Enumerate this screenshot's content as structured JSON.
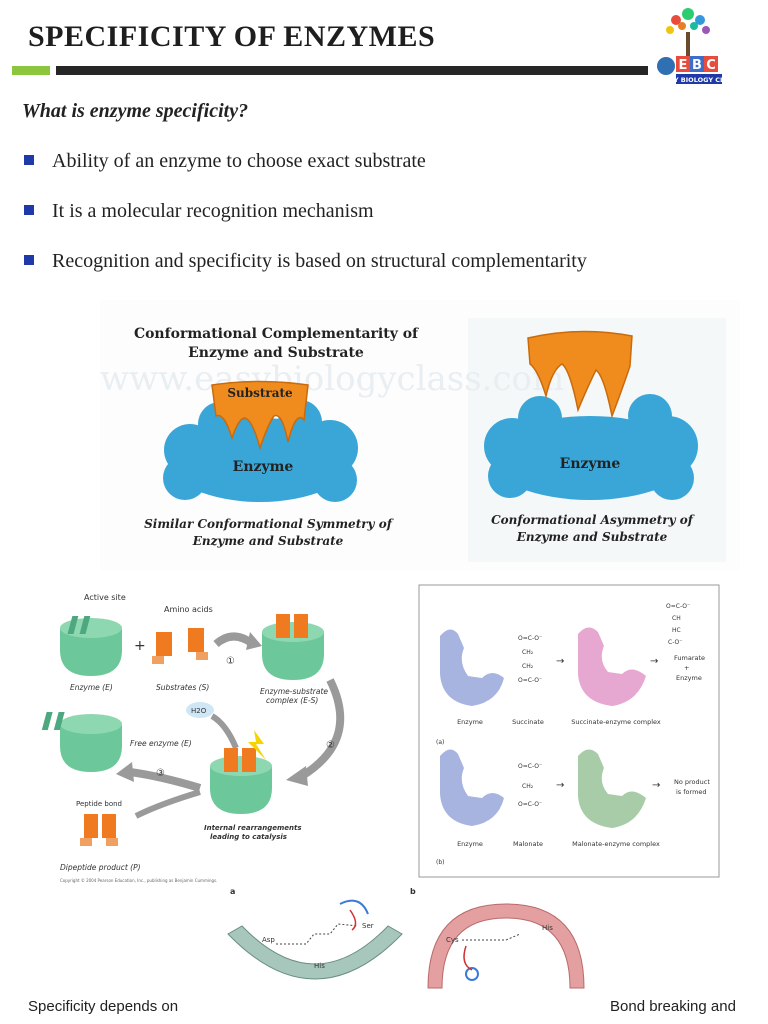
{
  "slide": {
    "title": "SPECIFICITY OF ENZYMES",
    "subtitle": "What is enzyme specificity?",
    "bullets": [
      "Ability of an enzyme to choose exact substrate",
      "It is a molecular recognition mechanism",
      "Recognition and specificity  is based on structural complementarity"
    ],
    "logo": {
      "letters": [
        "E",
        "B",
        "C"
      ],
      "tagline": "EASY BIOLOGY CLASS"
    },
    "watermark": "www.easybiologyclass.com",
    "colors": {
      "accent_green": "#8cc63f",
      "bar_dark": "#262626",
      "bullet_blue": "#1f3aa8",
      "cloud_blue": "#3aa6d8",
      "substrate_orange": "#f08c1e"
    }
  },
  "figure1": {
    "heading_line1": "Conformational Complementarity of",
    "heading_line2": "Enzyme and Substrate",
    "left": {
      "substrate_label": "Substrate",
      "enzyme_label": "Enzyme",
      "caption_line1": "Similar Conformational Symmetry of",
      "caption_line2": "Enzyme and Substrate"
    },
    "right": {
      "enzyme_label": "Enzyme",
      "caption_line1": "Conformational Asymmetry of",
      "caption_line2": "Enzyme and Substrate"
    }
  },
  "figure2": {
    "labels": {
      "active_site": "Active site",
      "amino_acids": "Amino acids",
      "enzyme": "Enzyme (E)",
      "substrates": "Substrates (S)",
      "es_complex_line1": "Enzyme-substrate",
      "es_complex_line2": "complex (E-S)",
      "water": "H2O",
      "free_enzyme": "Free enzyme (E)",
      "peptide_bond": "Peptide bond",
      "internal_line1": "Internal rearrangements",
      "internal_line2": "leading to catalysis",
      "product": "Dipeptide product (P)",
      "copyright": "Copyright © 2004 Pearson Education, Inc., publishing as Benjamin Cummings.",
      "step1": "①",
      "step2": "②",
      "step3": "③"
    }
  },
  "figure3": {
    "row_a": {
      "enzyme": "Enzyme",
      "molecule": "Succinate",
      "complex": "Succinate-enzyme complex",
      "products_line1": "Fumarate",
      "products_line2": "+",
      "products_line3": "Enzyme",
      "tag": "(a)"
    },
    "row_b": {
      "enzyme": "Enzyme",
      "molecule": "Malonate",
      "complex": "Malonate-enzyme complex",
      "result_line1": "No product",
      "result_line2": "is formed",
      "tag": "(b)"
    }
  },
  "figure4": {
    "label_a": "a",
    "label_b": "b",
    "residues_a": [
      "Asp",
      "His",
      "Ser"
    ],
    "residues_b": [
      "Cys",
      "His"
    ]
  },
  "footer": {
    "left": "Specificity depends on",
    "right": "Bond breaking and"
  }
}
